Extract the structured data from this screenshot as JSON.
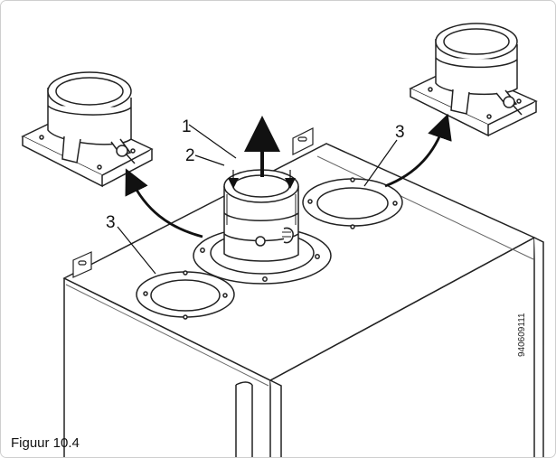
{
  "labels": {
    "l1": "1",
    "l2": "2",
    "l3_left": "3",
    "l3_right": "3"
  },
  "caption": "Figuur 10.4",
  "code": "940609111"
}
